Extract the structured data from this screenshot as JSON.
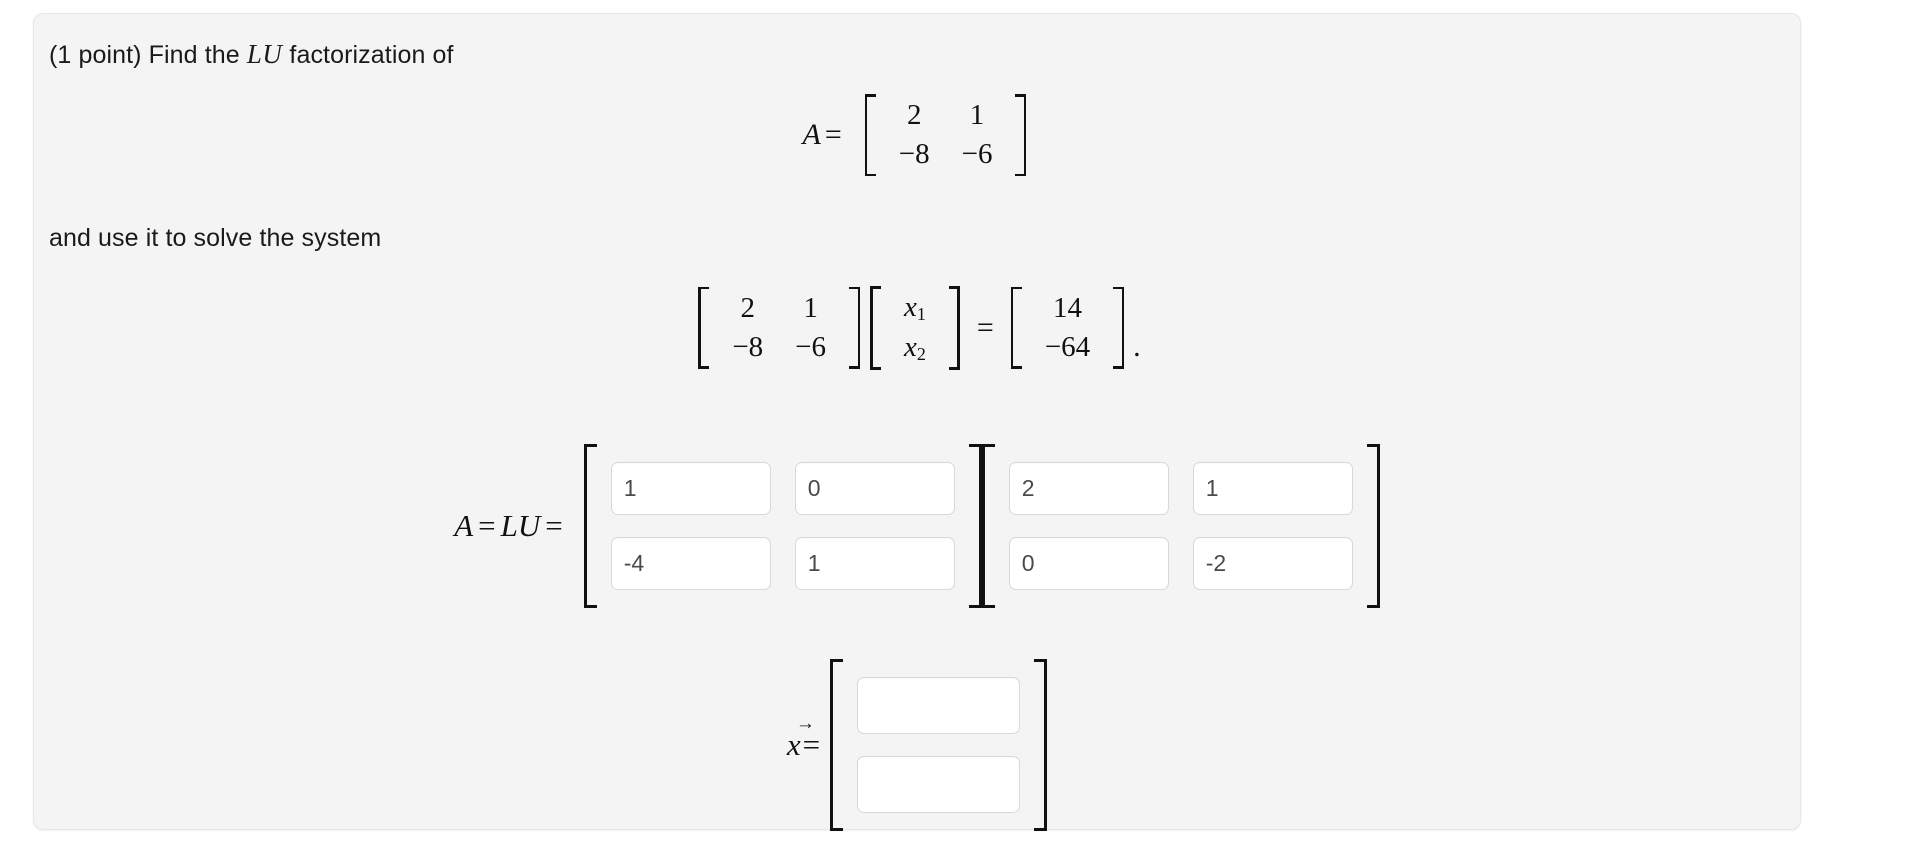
{
  "problem": {
    "points_label": "(1 point) Find the ",
    "lu_symbol": "LU",
    "points_label_tail": " factorization of",
    "instruction_2": "and use it to solve the system"
  },
  "matrix_A": {
    "label_var": "A",
    "label_op": "=",
    "rows": [
      [
        "2",
        "1"
      ],
      [
        "−8",
        "−6"
      ]
    ]
  },
  "system": {
    "coefficients": [
      [
        "2",
        "1"
      ],
      [
        "−8",
        "−6"
      ]
    ],
    "unknowns": [
      {
        "base": "x",
        "sub": "1"
      },
      {
        "base": "x",
        "sub": "2"
      }
    ],
    "equals": "=",
    "rhs": [
      "14",
      "−64"
    ],
    "terminator": "."
  },
  "lu_answer": {
    "label": "A = LU =",
    "label_var_a": "A",
    "label_op1": "=",
    "label_var_lu": "LU",
    "label_op2": "=",
    "L": {
      "values": [
        "1",
        "0",
        "-4",
        "1"
      ],
      "placeholders": [
        "",
        "",
        "",
        ""
      ]
    },
    "U": {
      "values": [
        "2",
        "1",
        "0",
        "-2"
      ],
      "placeholders": [
        "",
        "",
        "",
        ""
      ]
    }
  },
  "x_answer": {
    "label_var": "x",
    "label_arrow": "→",
    "label_op": "=",
    "values": [
      "",
      ""
    ],
    "placeholders": [
      "",
      ""
    ]
  },
  "colors": {
    "card_background": "#f4f4f4",
    "card_border": "#e6e6e6",
    "page_background": "#ffffff",
    "input_background": "#ffffff",
    "input_border": "#d8d8d8",
    "input_text": "#4a4a4a",
    "body_text": "#1a1a1a"
  }
}
